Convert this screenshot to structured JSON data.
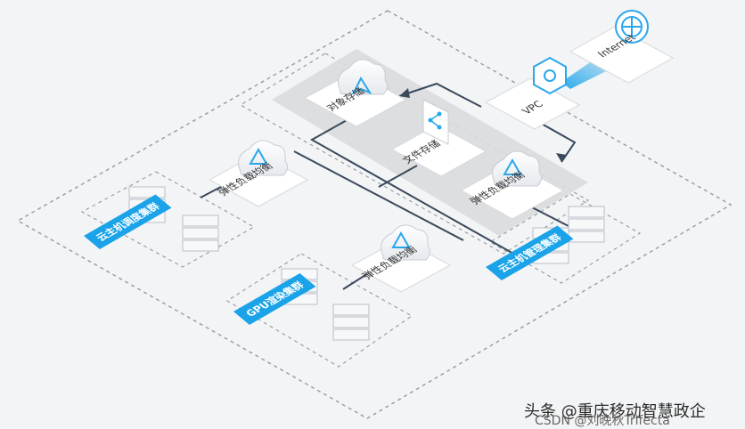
{
  "labels": {
    "internet": "Internet",
    "vpc": "VPC",
    "object_storage": "对象存储",
    "file_storage": "文件存储",
    "lb_main": "弹性负载均衡",
    "lb_left": "弹性负载均衡",
    "lb_center": "弹性负载均衡"
  },
  "clusters": {
    "scheduling": "云主机调度集群",
    "management": "云主机管理集群",
    "gpu": "GPU渲染集群"
  },
  "watermark": {
    "line1": "头条 @重庆移动智慧政企",
    "line2": "CSDN @刘晚秋Trifecta"
  },
  "colors": {
    "accent": "#1aa3e8",
    "line": "#3a4a5a",
    "dashed": "#9aa0a6",
    "storage_zone": "#d9dbde"
  }
}
